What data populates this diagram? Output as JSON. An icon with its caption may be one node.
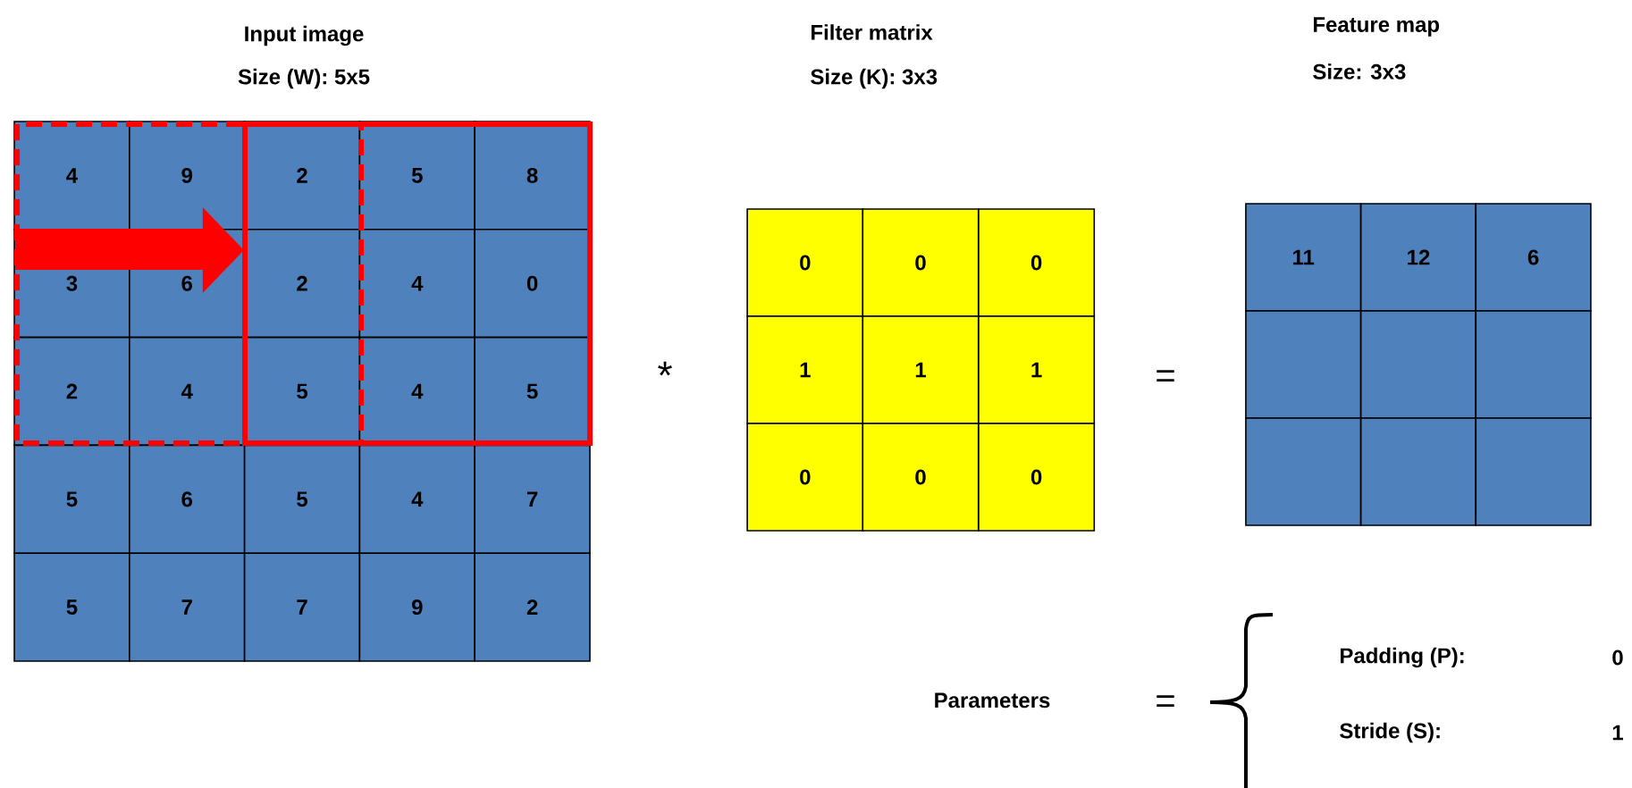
{
  "diagram": {
    "nodes": [
      {
        "text": [
          "4"
        ]
      },
      {
        "text": [
          "9"
        ]
      },
      {
        "text": [
          "2"
        ]
      },
      {
        "text": [
          "5"
        ]
      },
      {
        "text": [
          "8"
        ]
      },
      {
        "text": [
          "3"
        ]
      },
      {
        "text": [
          "6"
        ]
      },
      {
        "text": [
          "2"
        ]
      },
      {
        "text": [
          "4"
        ]
      },
      {
        "text": [
          "0"
        ]
      },
      {
        "text": [
          "2"
        ]
      },
      {
        "text": [
          "4"
        ]
      },
      {
        "text": [
          "5"
        ]
      },
      {
        "text": [
          "4"
        ]
      },
      {
        "text": [
          "5"
        ]
      },
      {
        "text": [
          "5"
        ]
      },
      {
        "text": [
          "6"
        ]
      },
      {
        "text": [
          "5"
        ]
      },
      {
        "text": [
          "4"
        ]
      },
      {
        "text": [
          "7"
        ]
      },
      {
        "text": [
          "5"
        ]
      },
      {
        "text": [
          "7"
        ]
      },
      {
        "text": [
          "7"
        ]
      },
      {
        "text": [
          "9"
        ]
      },
      {
        "text": [
          "2"
        ]
      },
      {
        "text": [
          "0"
        ]
      },
      {
        "text": [
          "0"
        ]
      },
      {
        "text": [
          "0"
        ]
      },
      {
        "text": [
          "1"
        ]
      },
      {
        "text": [
          "1"
        ]
      },
      {
        "text": [
          "1"
        ]
      },
      {
        "text": [
          "0"
        ]
      },
      {
        "text": [
          "0"
        ]
      },
      {
        "text": [
          "0"
        ]
      },
      {
        "text": [
          "11"
        ]
      },
      {
        "text": [
          "12"
        ]
      },
      {
        "text": [
          "6"
        ]
      },
      {
        "text": [],
        "shape": "box"
      },
      {
        "text": [],
        "shape": "box"
      },
      {
        "text": [],
        "shape": "box"
      },
      {
        "text": [],
        "shape": "box"
      },
      {
        "text": [],
        "shape": "box"
      },
      {
        "text": [],
        "shape": "box"
      }
    ],
    "edges": [
      {
        "from": 5,
        "to": 7,
        "arrow": "to",
        "style": "thick",
        "color": "#ff0000"
      }
    ],
    "labels": [
      "Input image",
      "Size (W): 5x5",
      "Filter matrix",
      "Size (K): 3x3",
      "Feature map",
      "Size: 3x3",
      "*",
      "=",
      "Parameters",
      "=",
      "Padding (P):",
      "0",
      "Stride (S):",
      "1"
    ]
  }
}
